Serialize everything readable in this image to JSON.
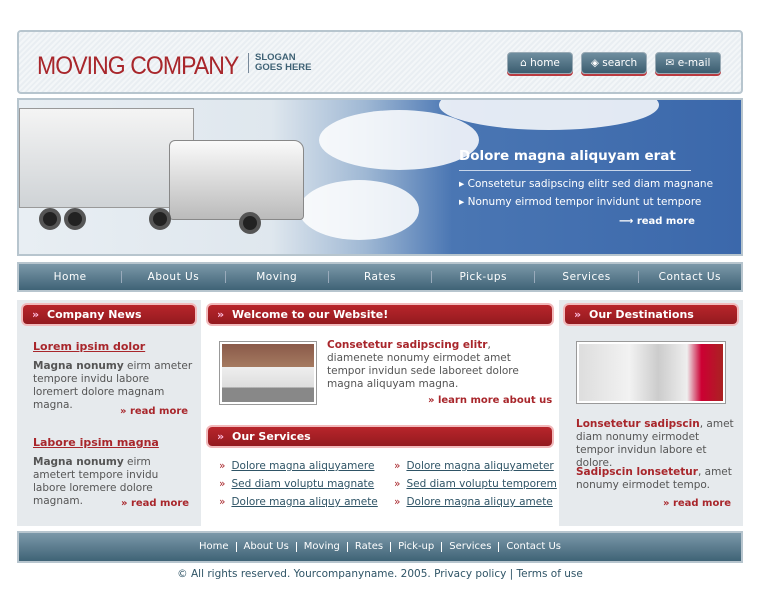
{
  "header": {
    "logo": "MOVING COMPANY",
    "slogan_line1": "SLOGAN",
    "slogan_line2": "GOES HERE",
    "buttons": [
      {
        "label": "home",
        "icon": "home-icon"
      },
      {
        "label": "search",
        "icon": "search-icon"
      },
      {
        "label": "e-mail",
        "icon": "mail-icon"
      }
    ]
  },
  "banner": {
    "title": "Dolore magna aliquyam erat",
    "bullets": [
      "Consetetur sadipscing elitr sed diam magnane",
      "Nonumy eirmod tempor invidunt ut tempore"
    ],
    "more": "read more"
  },
  "nav": [
    "Home",
    "About Us",
    "Moving",
    "Rates",
    "Pick-ups",
    "Services",
    "Contact Us"
  ],
  "news": {
    "title": "Company News",
    "items": [
      {
        "title": "Lorem ipsim dolor",
        "bold": "Magna nonumy",
        "text": " eirm ameter tempore invidu labore loremert dolore magnam magna.",
        "more": "read more"
      },
      {
        "title": "Labore ipsim magna",
        "bold": "Magna nonumy",
        "text": " eirm ametert tempore invidu labore loremere dolore magnam.",
        "more": "read more"
      }
    ]
  },
  "welcome": {
    "title": "Welcome to our Website!",
    "bold": "Consetetur sadipscing elitr",
    "text": ", diamenete nonumy eirmodet amet tempor invidun sede laboreet dolore magna aliquyam magna.",
    "more": "learn more about us"
  },
  "services": {
    "title": "Our Services",
    "left": [
      "Dolore magna aliquyamere",
      "Sed diam voluptu magnate",
      "Dolore magna aliquy amete"
    ],
    "right": [
      "Dolore magna aliquyameter",
      "Sed diam voluptu temporem",
      "Dolore magna aliquy amete"
    ]
  },
  "destinations": {
    "title": "Our Destinations",
    "items": [
      {
        "bold": "Lonsetetur sadipscin",
        "text": ", amet diam nonumy eirmodet  tempor invidun labore et dolore."
      },
      {
        "bold": "Sadipscin lonsetetur",
        "text": ", amet nonumy eirmodet  tempo."
      }
    ],
    "more": "read more"
  },
  "footer": {
    "links": [
      "Home",
      "About Us",
      "Moving",
      "Rates",
      "Pick-up",
      "Services",
      "Contact Us"
    ],
    "copyright": "© All rights reserved. Yourcompanyname. 2005. Privacy policy | Terms of use"
  },
  "colors": {
    "accent": "#a8262b",
    "nav": "#4f7184",
    "panel": "#e6eaed"
  }
}
